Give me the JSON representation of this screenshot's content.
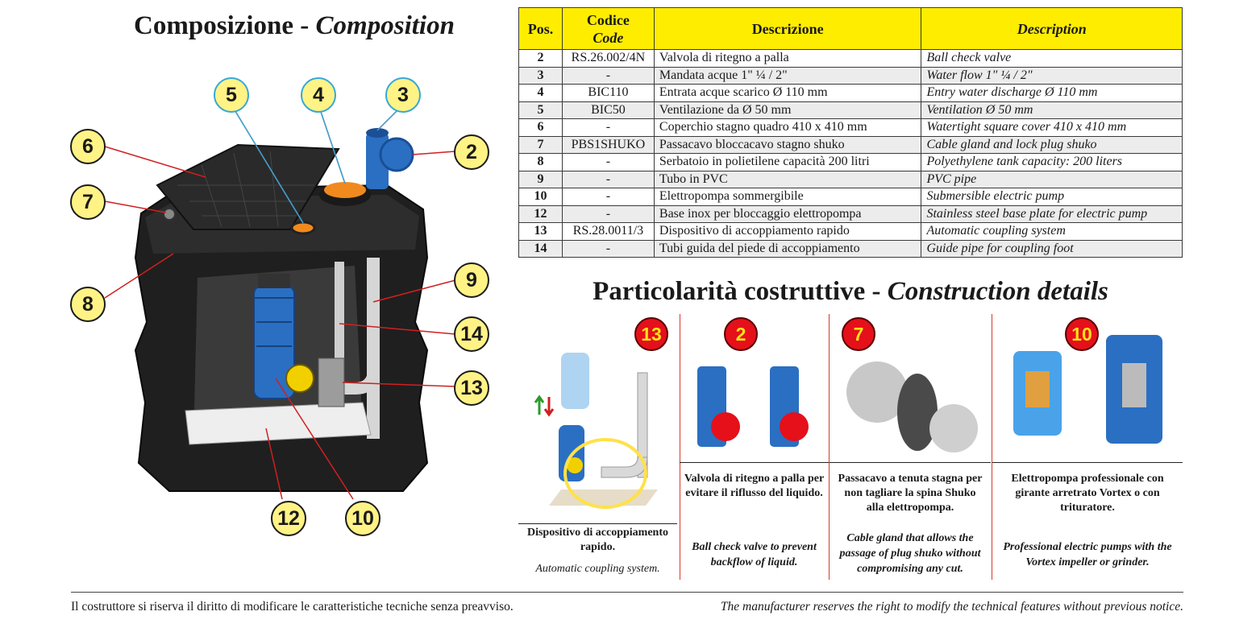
{
  "composition": {
    "title_it": "Composizione - ",
    "title_en": "Composition",
    "callouts": [
      {
        "num": "5",
        "style": "blue"
      },
      {
        "num": "4",
        "style": "blue"
      },
      {
        "num": "3",
        "style": "blue"
      },
      {
        "num": "6",
        "style": "dark"
      },
      {
        "num": "2",
        "style": "dark"
      },
      {
        "num": "7",
        "style": "dark"
      },
      {
        "num": "8",
        "style": "dark"
      },
      {
        "num": "9",
        "style": "dark"
      },
      {
        "num": "14",
        "style": "dark"
      },
      {
        "num": "13",
        "style": "dark"
      },
      {
        "num": "12",
        "style": "dark"
      },
      {
        "num": "10",
        "style": "dark"
      }
    ]
  },
  "table": {
    "headers": {
      "pos": "Pos.",
      "code_it": "Codice",
      "code_en": "Code",
      "desc_it": "Descrizione",
      "desc_en": "Description"
    },
    "rows": [
      {
        "pos": "2",
        "code": "RS.26.002/4N",
        "it": "Valvola di ritegno a palla",
        "en": "Ball check valve"
      },
      {
        "pos": "3",
        "code": "-",
        "it": "Mandata acque 1\" ¼ / 2\"",
        "en": "Water flow 1\" ¼ / 2\""
      },
      {
        "pos": "4",
        "code": "BIC110",
        "it": "Entrata acque scarico  Ø 110 mm",
        "en": "Entry water discharge Ø 110 mm"
      },
      {
        "pos": "5",
        "code": "BIC50",
        "it": "Ventilazione da Ø 50 mm",
        "en": "Ventilation Ø 50 mm"
      },
      {
        "pos": "6",
        "code": "-",
        "it": "Coperchio stagno quadro 410 x 410 mm",
        "en": "Watertight square cover 410 x 410 mm"
      },
      {
        "pos": "7",
        "code": "PBS1SHUKO",
        "it": "Passacavo bloccacavo stagno shuko",
        "en": "Cable gland and lock plug shuko"
      },
      {
        "pos": "8",
        "code": "-",
        "it": "Serbatoio in polietilene capacità 200 litri",
        "en": "Polyethylene tank capacity: 200 liters"
      },
      {
        "pos": "9",
        "code": "-",
        "it": "Tubo in PVC",
        "en": "PVC pipe"
      },
      {
        "pos": "10",
        "code": "-",
        "it": "Elettropompa sommergibile",
        "en": "Submersible electric pump"
      },
      {
        "pos": "12",
        "code": "-",
        "it": "Base inox per bloccaggio elettropompa",
        "en": "Stainless steel base plate for electric pump"
      },
      {
        "pos": "13",
        "code": "RS.28.0011/3",
        "it": "Dispositivo di accoppiamento rapido",
        "en": "Automatic coupling system"
      },
      {
        "pos": "14",
        "code": "-",
        "it": "Tubi guida del piede di accoppiamento",
        "en": "Guide pipe for coupling foot"
      }
    ]
  },
  "details": {
    "title_it": "Particolarità costruttive - ",
    "title_en": "Construction details",
    "panels": [
      {
        "badge": "13",
        "caption_it": "Dispositivo di accoppiamento rapido.",
        "caption_en": "Automatic coupling system."
      },
      {
        "badge": "2",
        "caption_it": "Valvola di ritegno a palla per evitare il riflusso del liquido.",
        "caption_en": "Ball check valve to prevent backflow of liquid."
      },
      {
        "badge": "7",
        "caption_it": "Passacavo a tenuta stagna per non tagliare la spina Shuko alla elettropompa.",
        "caption_en": "Cable gland that allows the passage of plug shuko without  compromising any cut."
      },
      {
        "badge": "10",
        "caption_it": "Elettropompa professionale con girante arretrato Vortex o con trituratore.",
        "caption_en": "Professional electric pumps with the Vortex impeller or grinder."
      }
    ]
  },
  "footer": {
    "it": "Il costruttore si riserva il diritto di modificare le caratteristiche tecniche senza preavviso.",
    "en": "The manufacturer reserves the right to modify the technical features without previous notice."
  },
  "colors": {
    "header_yellow": "#ffed00",
    "callout_fill": "#fff385",
    "badge_red": "#e5101a",
    "pump_blue": "#2a6fc2",
    "tank_black": "#1e1e1e"
  }
}
